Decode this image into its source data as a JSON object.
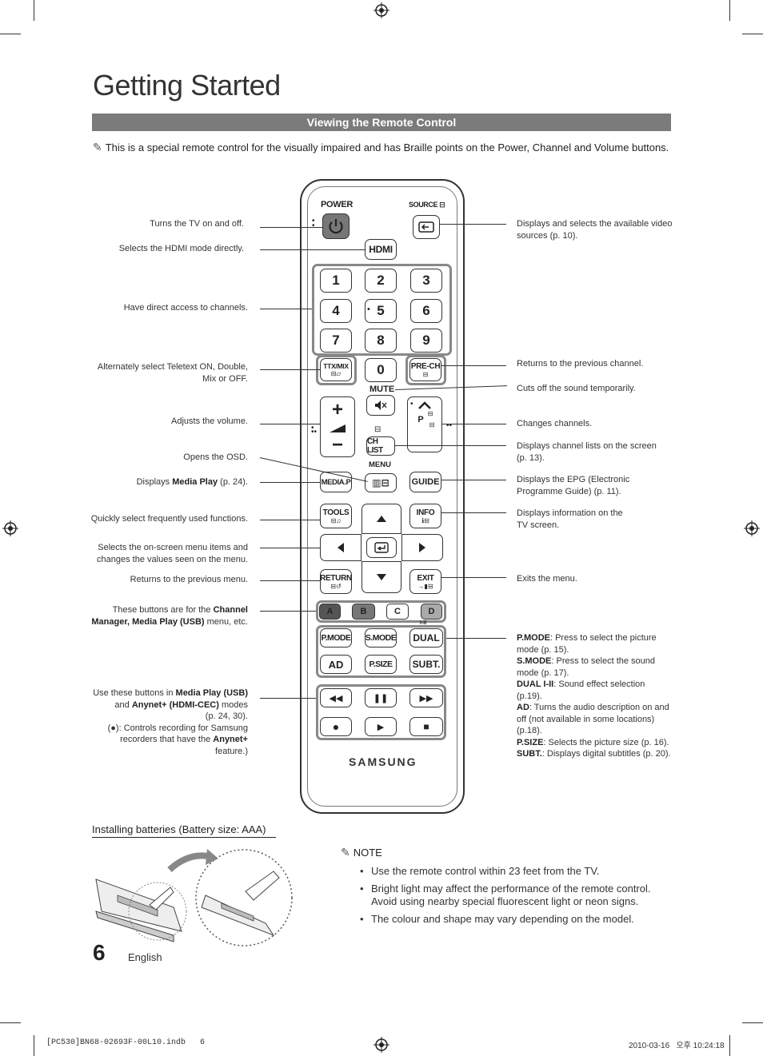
{
  "page_title": "Getting Started",
  "section_title": "Viewing the Remote Control",
  "intro_text": "This is a special remote control for the visually impaired and has Braille points on the Power, Channel and Volume buttons.",
  "remote": {
    "power_label": "POWER",
    "source_label": "SOURCE",
    "hdmi": "HDMI",
    "digits": [
      "1",
      "2",
      "3",
      "4",
      "5",
      "6",
      "7",
      "8",
      "9"
    ],
    "zero": "0",
    "ttx_mix": "TTX/MIX",
    "pre_ch": "PRE-CH",
    "mute": "MUTE",
    "p_label": "P",
    "ch_list": "CH LIST",
    "menu": "MENU",
    "media_p": "MEDIA.P",
    "guide": "GUIDE",
    "tools": "TOOLS",
    "info": "INFO",
    "return": "RETURN",
    "exit": "EXIT",
    "color_buttons": [
      "A",
      "B",
      "C",
      "D"
    ],
    "dual_mark": "I-II",
    "p_mode": "P.MODE",
    "s_mode": "S.MODE",
    "dual": "DUAL",
    "ad": "AD",
    "p_size": "P.SIZE",
    "subt": "SUBT.",
    "brand": "SAMSUNG"
  },
  "left_labels": {
    "power": "Turns the TV on and off.",
    "hdmi": "Selects the HDMI mode directly.",
    "channels": "Have direct access to channels.",
    "teletext": "Alternately select Teletext ON, Double, Mix or OFF.",
    "volume": "Adjusts the volume.",
    "osd": "Opens the OSD.",
    "media_play_pre": "Displays ",
    "media_play_bold": "Media Play",
    "media_play_post": " (p. 24).",
    "tools": "Quickly select frequently used functions.",
    "navigation": "Selects the on-screen menu items and changes the values seen on the menu.",
    "return": "Returns to the previous menu.",
    "color_pre": "These buttons are for the ",
    "color_bold1": "Channel",
    "color_bold2": "Manager, Media Play (USB)",
    "color_post": " menu, etc.",
    "playback_1_pre": "Use these buttons in ",
    "playback_1_bold": "Media Play (USB)",
    "playback_2_pre": "and ",
    "playback_2_bold": "Anynet+ (HDMI-CEC)",
    "playback_2_post": " modes",
    "playback_3": "(p. 24, 30).",
    "playback_4": "(●): Controls recording for Samsung",
    "playback_5_pre": "recorders that have the ",
    "playback_5_bold": "Anynet+",
    "playback_6": "feature.)"
  },
  "right_labels": {
    "source": "Displays and selects the available video sources (p. 10).",
    "pre_ch": "Returns to the previous channel.",
    "mute": "Cuts off the sound temporarily.",
    "channel": "Changes channels.",
    "ch_list": "Displays channel lists on the screen (p. 13).",
    "guide": "Displays the EPG (Electronic Programme Guide) (p. 11).",
    "info": "Displays information on the TV screen.",
    "exit": "Exits the menu.",
    "modes": [
      {
        "bold": "P.MODE",
        "text": ": Press to select the picture mode (p. 15)."
      },
      {
        "bold": "S.MODE",
        "text": ": Press to select the sound mode (p. 17)."
      },
      {
        "bold": "DUAL I-II",
        "text": ": Sound effect selection (p.19)."
      },
      {
        "bold": "AD",
        "text": ": Turns the audio description on and off (not available in some locations)(p.18)."
      },
      {
        "bold": "P.SIZE",
        "text": ": Selects the picture size (p. 16)."
      },
      {
        "bold": "SUBT.",
        "text": ": Displays digital subtitles (p. 20)."
      }
    ]
  },
  "batteries_title": "Installing batteries (Battery size: AAA)",
  "note": {
    "heading": "NOTE",
    "items": [
      "Use the remote control within 23 feet from the TV.",
      "Bright light may affect the performance of the remote control. Avoid using nearby special fluorescent light or neon signs.",
      "The colour and shape may vary depending on the model."
    ]
  },
  "footer": {
    "page_number": "6",
    "language": "English",
    "file": "[PC530]BN68-02693F-00L10.indb   6",
    "timestamp": "2010-03-16   오후 10:24:18"
  }
}
